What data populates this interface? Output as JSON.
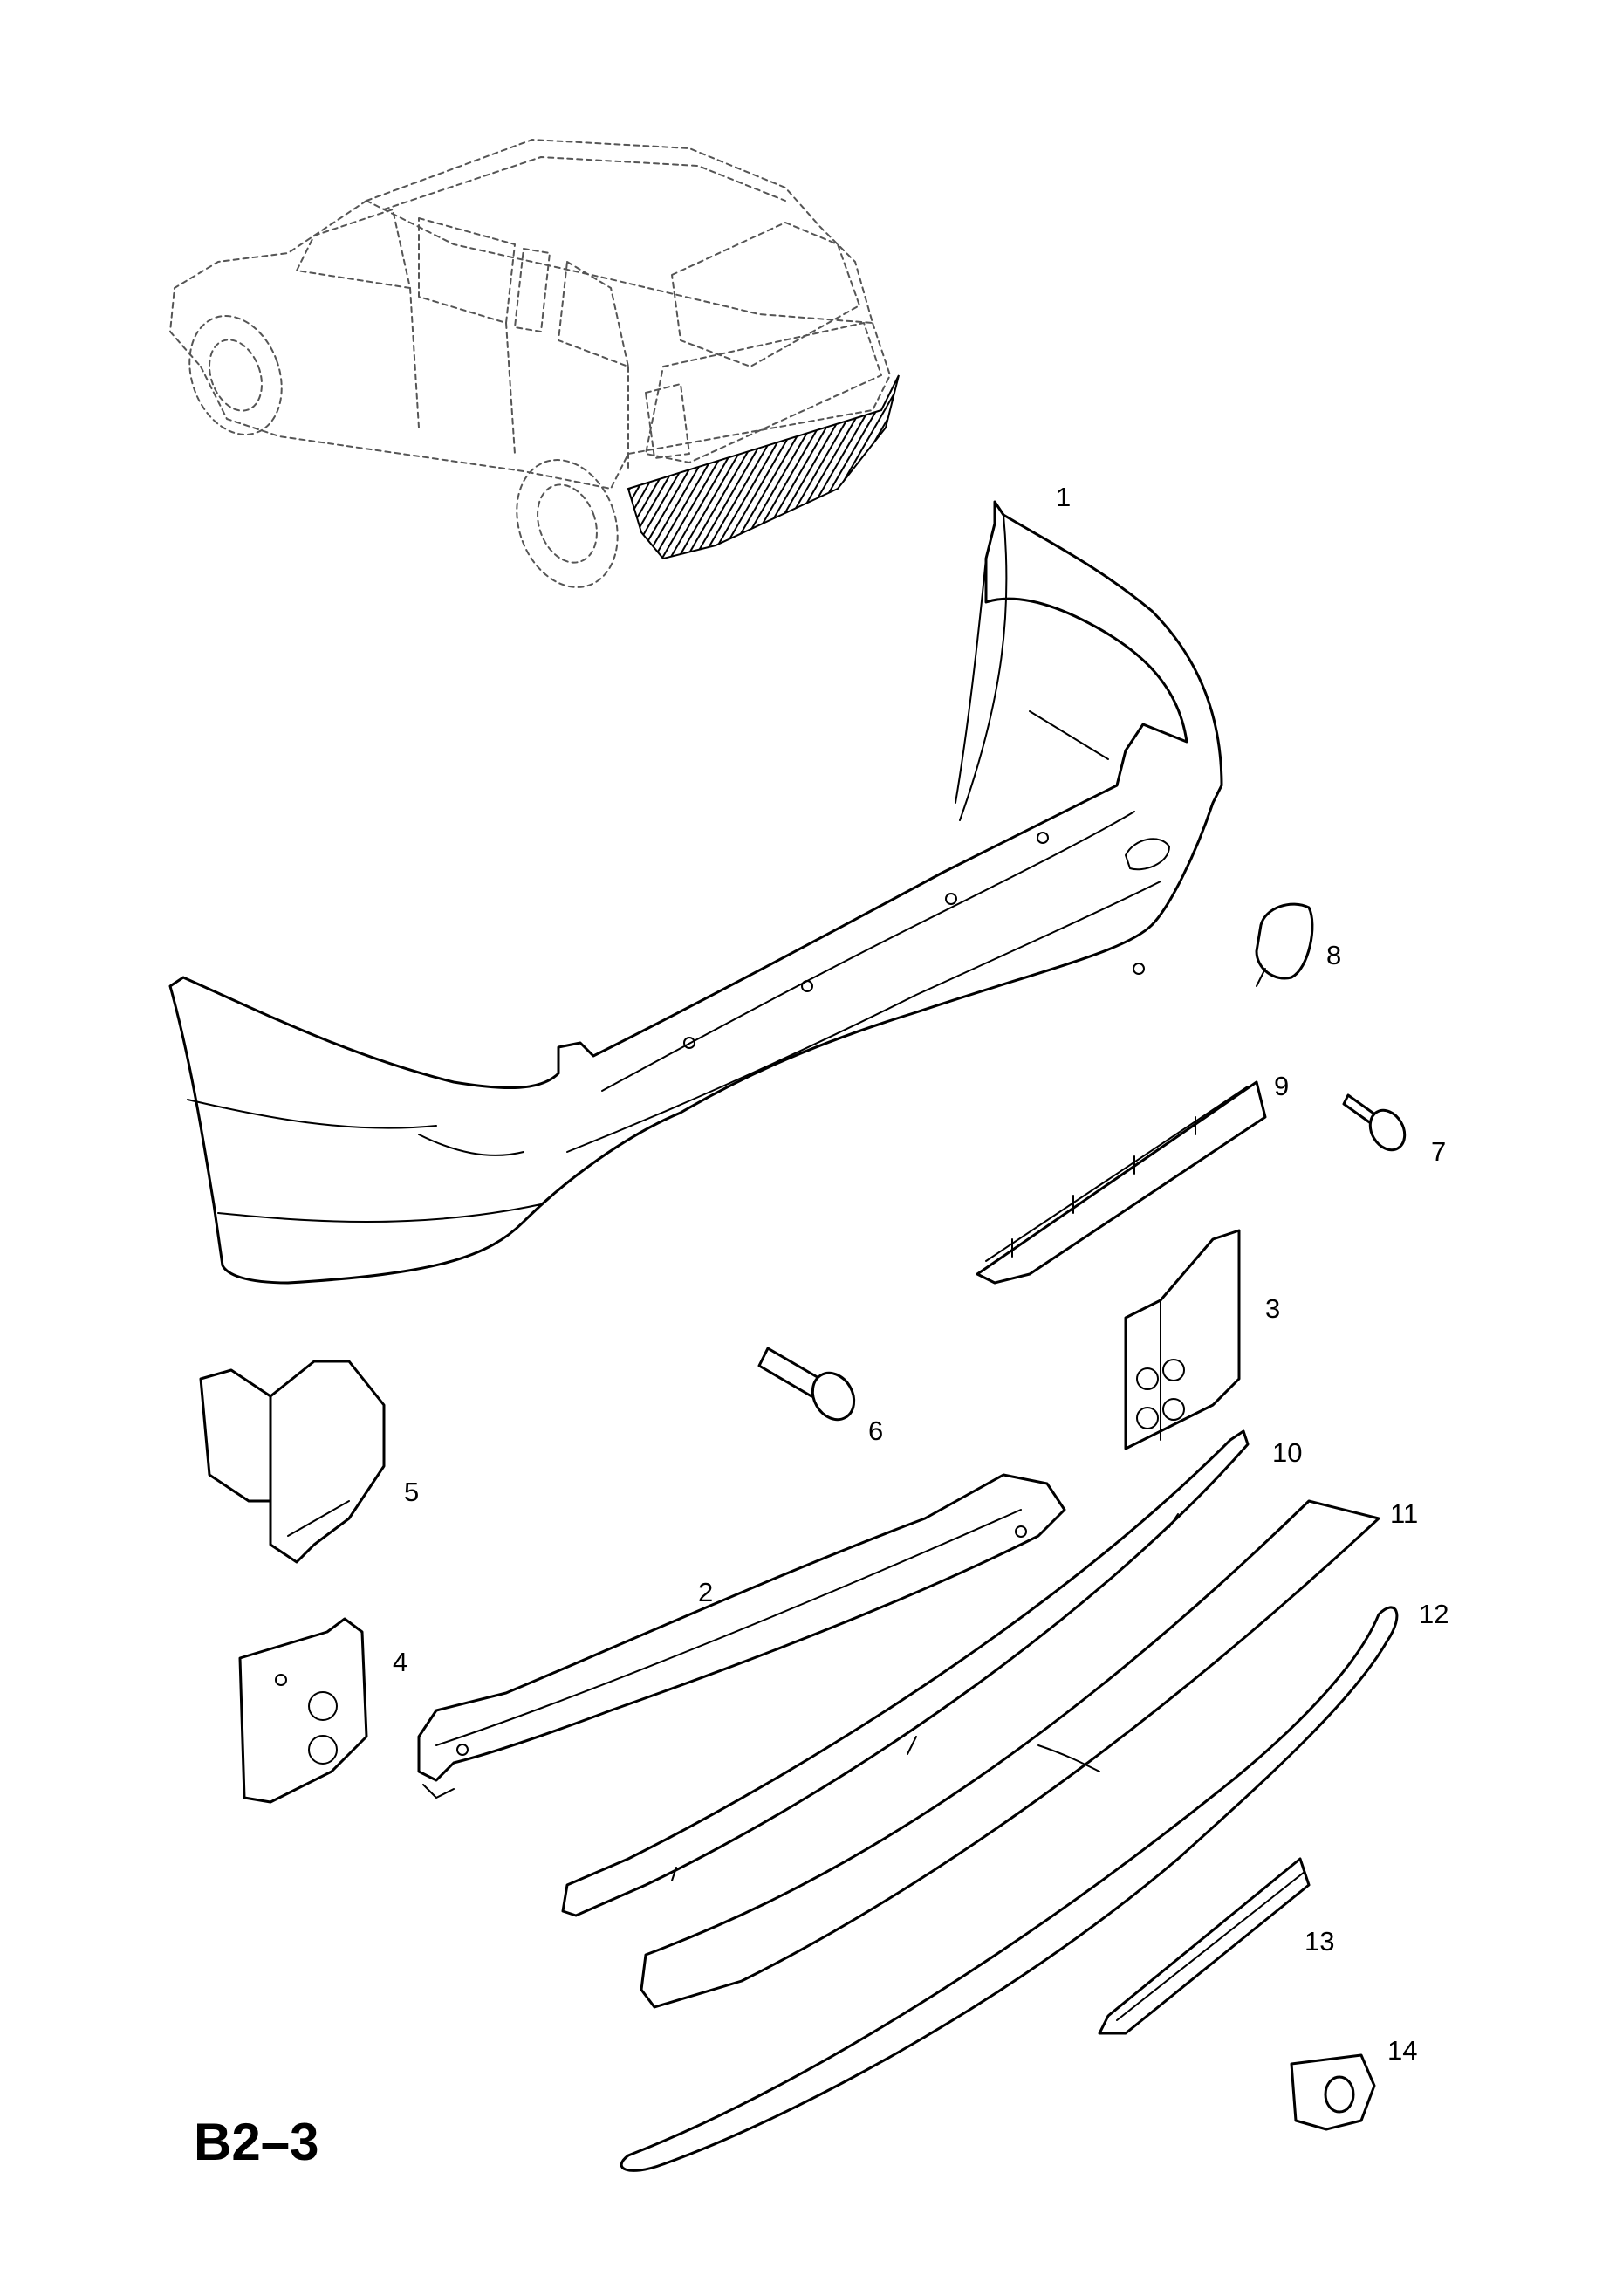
{
  "page_code": "B2–3",
  "callouts": {
    "c1": "1",
    "c2": "2",
    "c3": "3",
    "c4": "4",
    "c5": "5",
    "c6": "6",
    "c7": "7",
    "c8": "8",
    "c9": "9",
    "c10": "10",
    "c11": "11",
    "c12": "12",
    "c13": "13",
    "c14": "14"
  },
  "colors": {
    "line": "#000000",
    "background": "#ffffff",
    "highlight_hatch": "#000000"
  }
}
